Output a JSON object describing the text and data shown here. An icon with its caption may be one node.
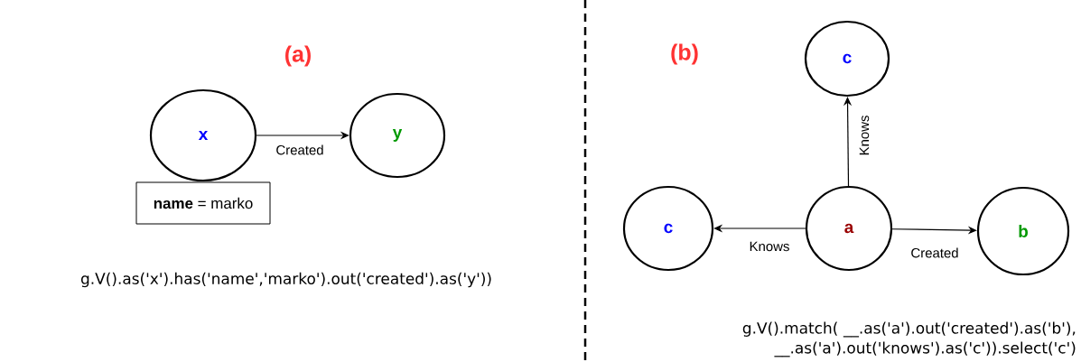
{
  "diagram": {
    "nodes": [
      {
        "text": [
          "x"
        ]
      },
      {
        "text": [
          "y"
        ]
      },
      {
        "text": [
          "**name** = marko"
        ]
      },
      {
        "text": [
          "c"
        ]
      },
      {
        "text": [
          "c"
        ]
      },
      {
        "text": [
          "a"
        ]
      },
      {
        "text": [
          "b"
        ]
      }
    ],
    "edges": [
      {
        "from": 0,
        "to": 1,
        "arrow": "to",
        "label": "Created"
      },
      {
        "from": 5,
        "to": 3,
        "arrow": "to",
        "label": "Knows"
      },
      {
        "from": 5,
        "to": 4,
        "arrow": "to",
        "label": "Knows"
      },
      {
        "from": 5,
        "to": 6,
        "arrow": "to",
        "label": "Created"
      }
    ],
    "labels": [
      "(a)",
      "(b)",
      "g.V().as('x').has('name','marko').out('created').as('y'))",
      "g.V().match( __.as('a').out('created').as('b'), __.as('a').out('knows').as('c')).select('c')"
    ]
  }
}
